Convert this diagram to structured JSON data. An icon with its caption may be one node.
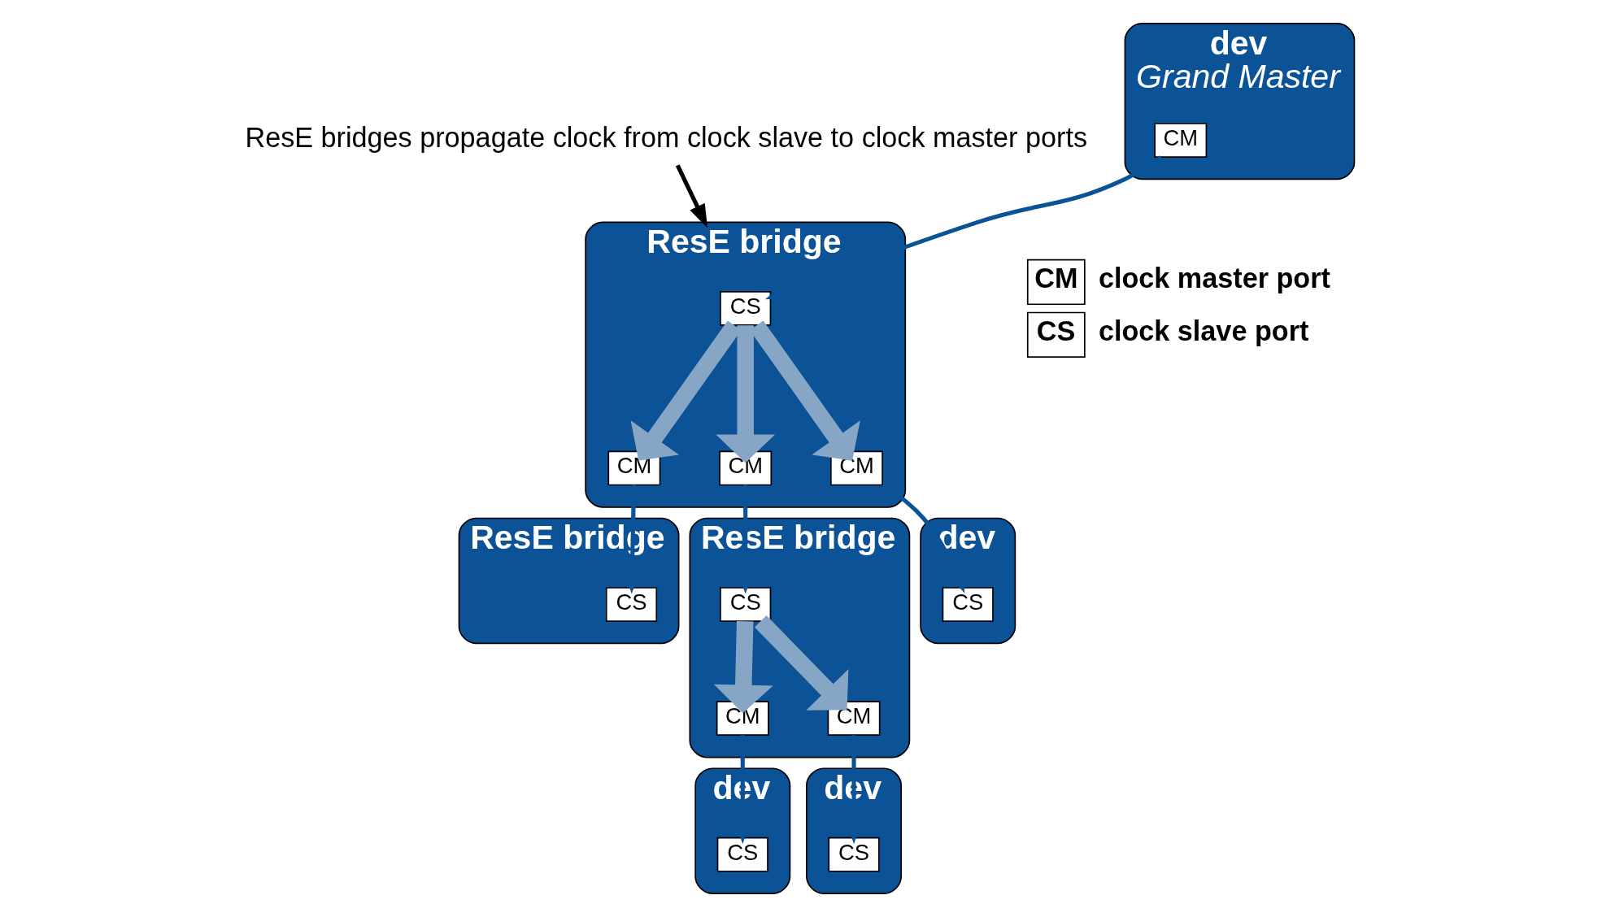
{
  "diagram": {
    "nodes": [
      {
        "text": [
          "dev",
          "Grand Master"
        ]
      },
      {
        "text": [
          "CM"
        ],
        "in": 0
      },
      {
        "text": [
          "ResE bridge"
        ]
      },
      {
        "text": [
          "CS"
        ],
        "in": 2
      },
      {
        "text": [
          "CM"
        ],
        "in": 2
      },
      {
        "text": [
          "CM"
        ],
        "in": 2
      },
      {
        "text": [
          "CM"
        ],
        "in": 2
      },
      {
        "text": [
          "ResE bridge"
        ]
      },
      {
        "text": [
          "CS"
        ],
        "in": 7
      },
      {
        "text": [
          "dev"
        ]
      },
      {
        "text": [
          "CS"
        ],
        "in": 9
      },
      {
        "text": [
          "ResE bridge"
        ]
      },
      {
        "text": [
          "CS"
        ],
        "in": 11
      },
      {
        "text": [
          "CM"
        ],
        "in": 11
      },
      {
        "text": [
          "CM"
        ],
        "in": 11
      },
      {
        "text": [
          "dev"
        ]
      },
      {
        "text": [
          "CS"
        ],
        "in": 15
      },
      {
        "text": [
          "dev"
        ]
      },
      {
        "text": [
          "CS"
        ],
        "in": 17
      },
      {
        "text": [
          "ResE bridges propagate clock from clock slave to clock master ports"
        ]
      }
    ],
    "edges": [
      {
        "from": 1,
        "to": 3,
        "arrow": "to"
      },
      {
        "from": 19,
        "to": 2,
        "arrow": "to",
        "color": "#000000"
      },
      {
        "from": 3,
        "to": 4,
        "arrow": "to",
        "style": "thick",
        "color": "#87a6c6"
      },
      {
        "from": 3,
        "to": 5,
        "arrow": "to",
        "style": "thick",
        "color": "#87a6c6"
      },
      {
        "from": 3,
        "to": 6,
        "arrow": "to",
        "style": "thick",
        "color": "#87a6c6"
      },
      {
        "from": 4,
        "to": 8,
        "arrow": "to"
      },
      {
        "from": 6,
        "to": 10,
        "arrow": "to"
      },
      {
        "from": 5,
        "to": 12,
        "arrow": "to"
      },
      {
        "from": 12,
        "to": 13,
        "arrow": "to",
        "style": "thick",
        "color": "#87a6c6"
      },
      {
        "from": 12,
        "to": 14,
        "arrow": "to",
        "style": "thick",
        "color": "#87a6c6"
      },
      {
        "from": 13,
        "to": 16,
        "arrow": "to"
      },
      {
        "from": 14,
        "to": 18,
        "arrow": "to"
      }
    ],
    "labels": [
      "CM",
      "CS"
    ],
    "legend": [
      {
        "text": "clock master port"
      },
      {
        "text": "clock slave port"
      }
    ]
  }
}
